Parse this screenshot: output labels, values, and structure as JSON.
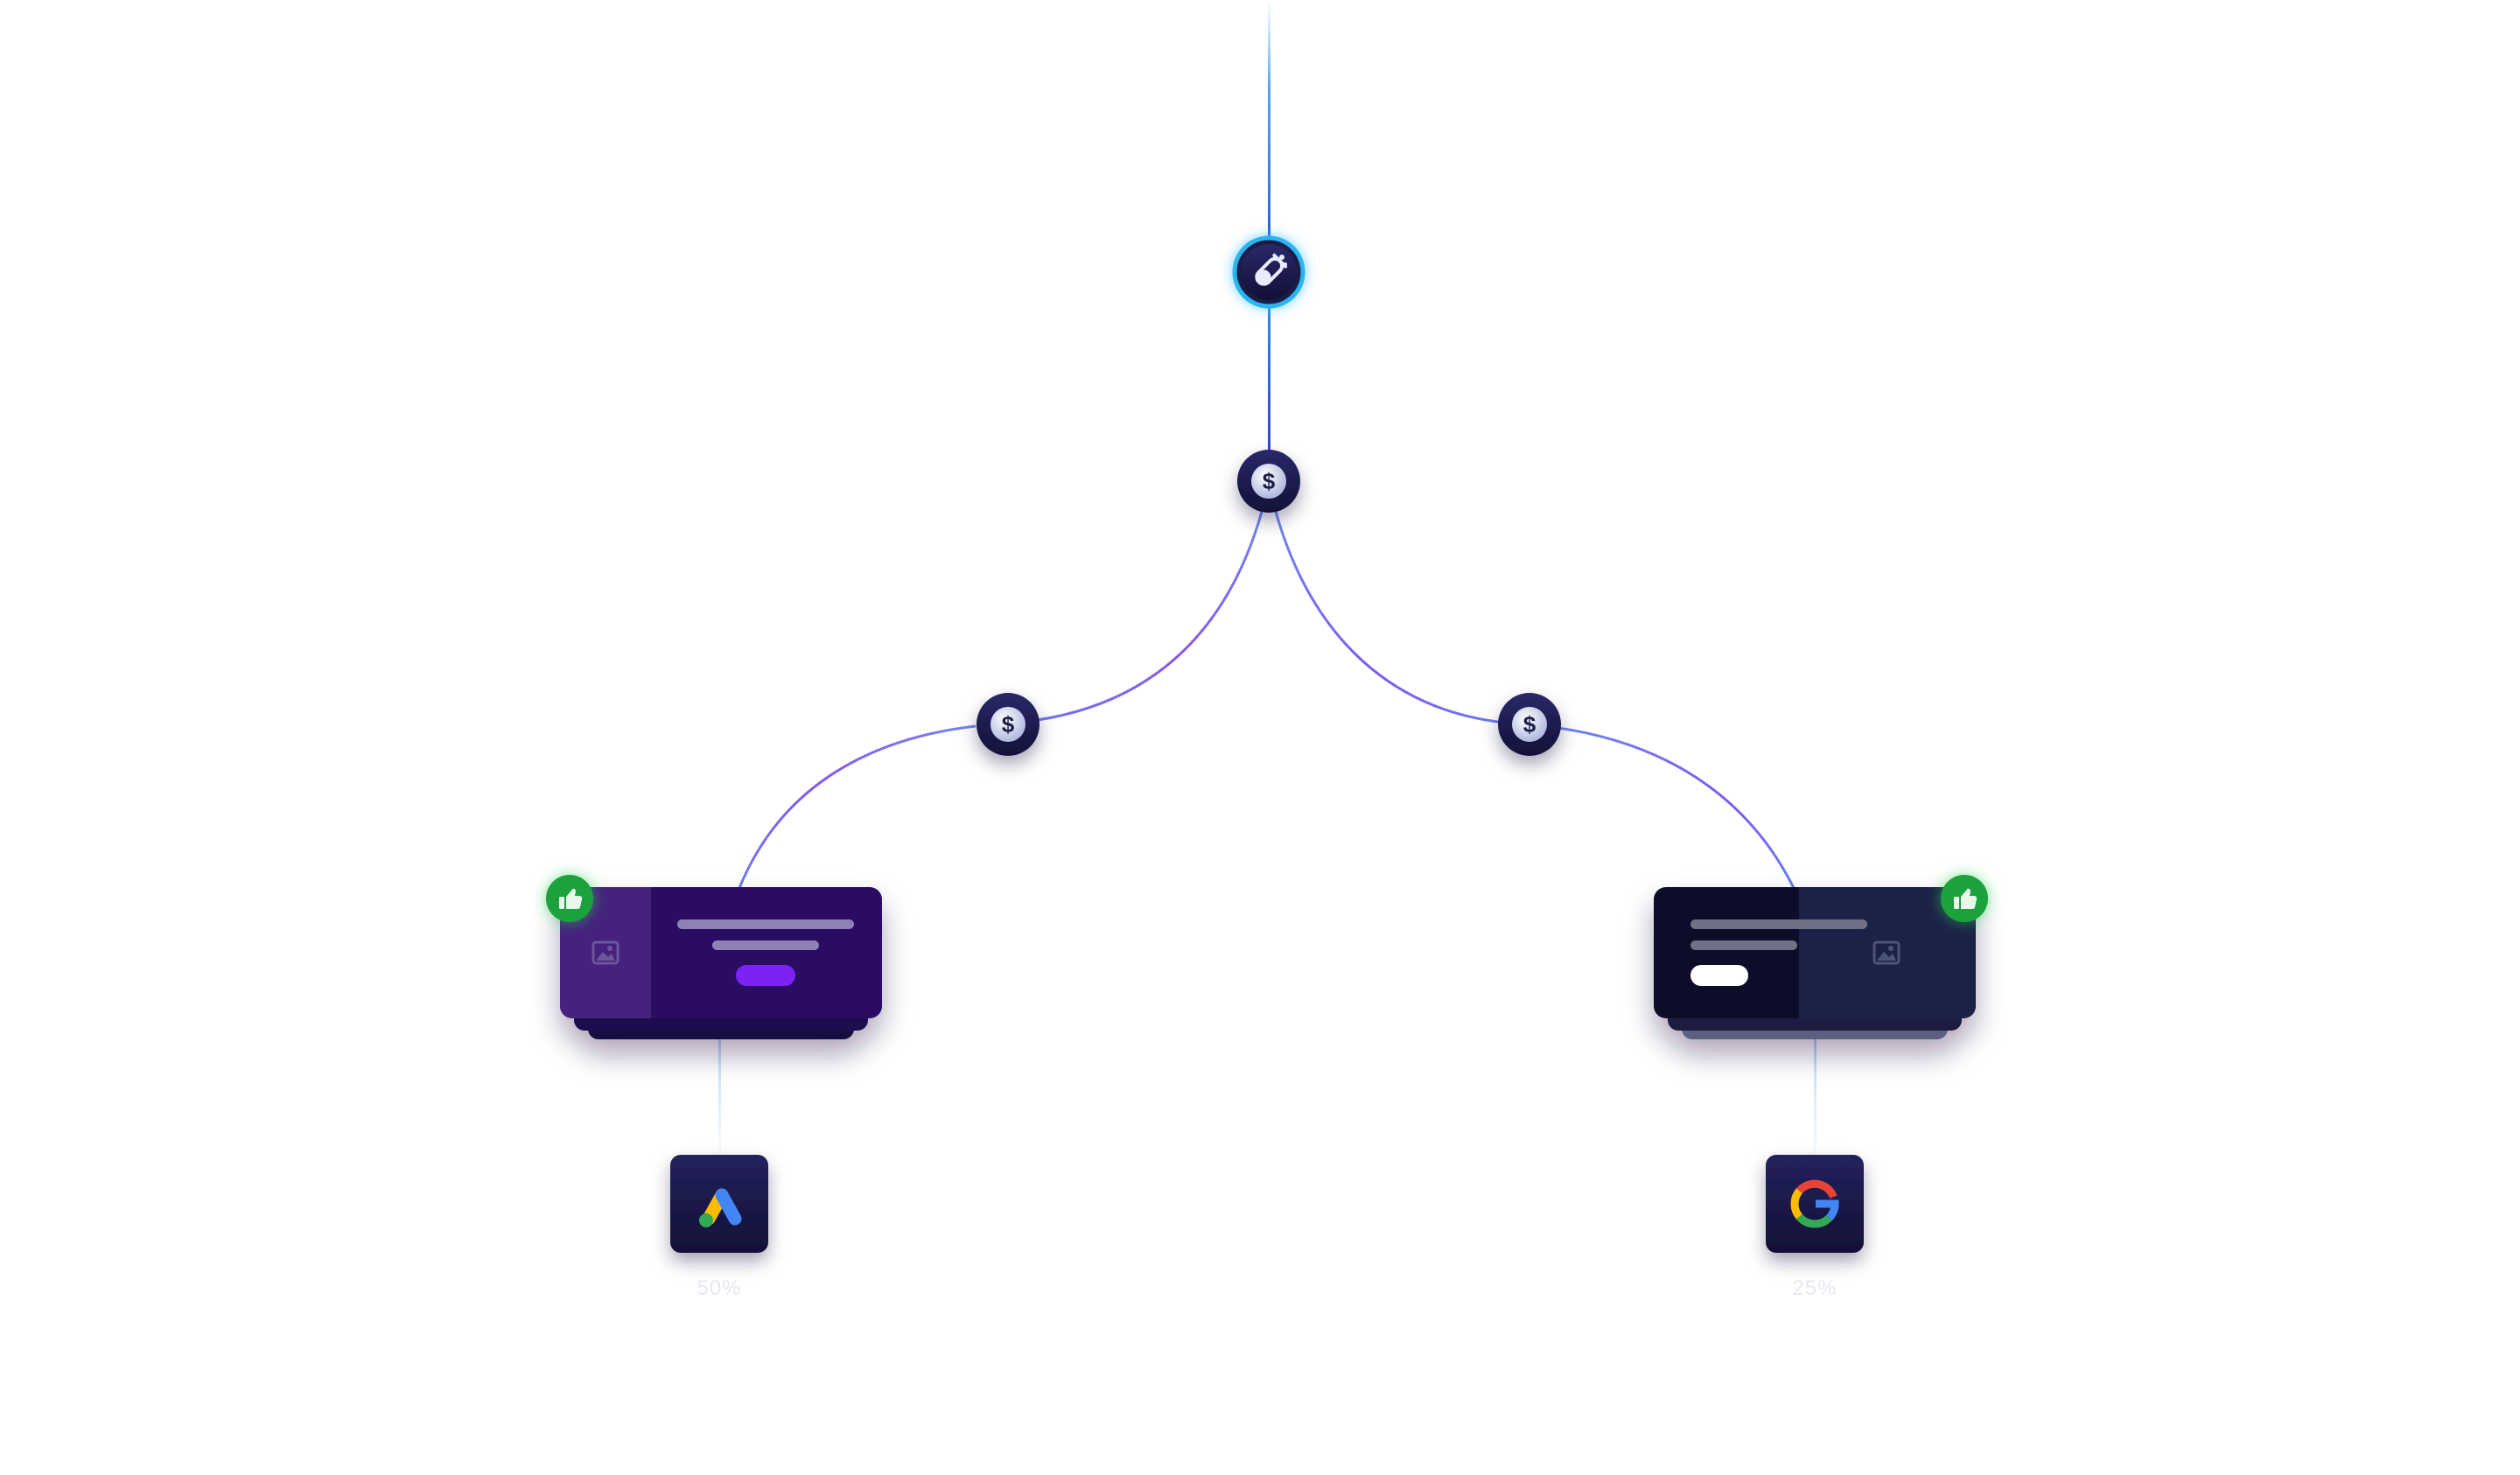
{
  "flow": {
    "source_node": {
      "icon": "test-tube-icon",
      "ring_color": "#2bb5f0"
    },
    "split_node": {
      "icon": "dollar-coin-icon"
    },
    "branches": [
      {
        "id": "left",
        "budget_node": {
          "icon": "dollar-coin-icon"
        },
        "ad_card": {
          "theme": "purple",
          "image_icon": "image-icon",
          "status_icon": "thumbs-up-icon"
        },
        "platform": {
          "icon": "google-ads-logo-icon"
        },
        "share": "50%"
      },
      {
        "id": "right",
        "budget_node": {
          "icon": "dollar-coin-icon"
        },
        "ad_card": {
          "theme": "dark-navy",
          "image_icon": "image-icon",
          "status_icon": "thumbs-up-icon"
        },
        "platform": {
          "icon": "google-g-logo-icon"
        },
        "share": "25%"
      }
    ]
  },
  "colors": {
    "line_blue": "#6d7cf0",
    "line_purple": "#7b4ff2",
    "node_dark": "#1b1a4a",
    "approve_green": "#1fa23e",
    "card_purple": "#2b0a63",
    "card_navy": "#0d0b2a",
    "cta_purple": "#7b22f5"
  }
}
